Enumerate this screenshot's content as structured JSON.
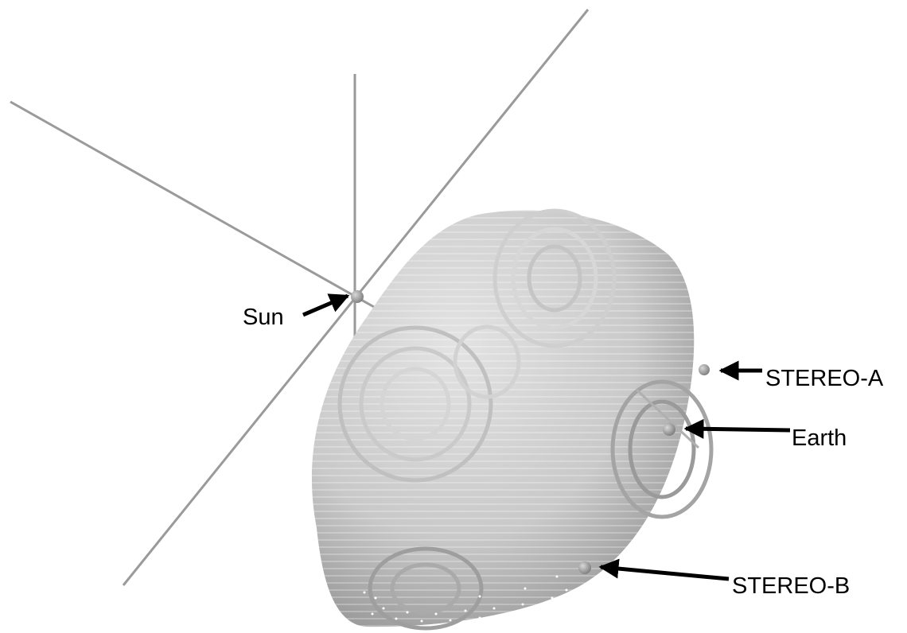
{
  "labels": {
    "sun": "Sun",
    "stereo_a": "STEREO-A",
    "earth": "Earth",
    "stereo_b": "STEREO-B"
  },
  "colors": {
    "background": "#ffffff",
    "axis": "#9a9a9a",
    "body_light": "#dcdcdc",
    "body_dark": "#8a8a8a",
    "arrow": "#000000",
    "marker": "#a8a8a8"
  }
}
